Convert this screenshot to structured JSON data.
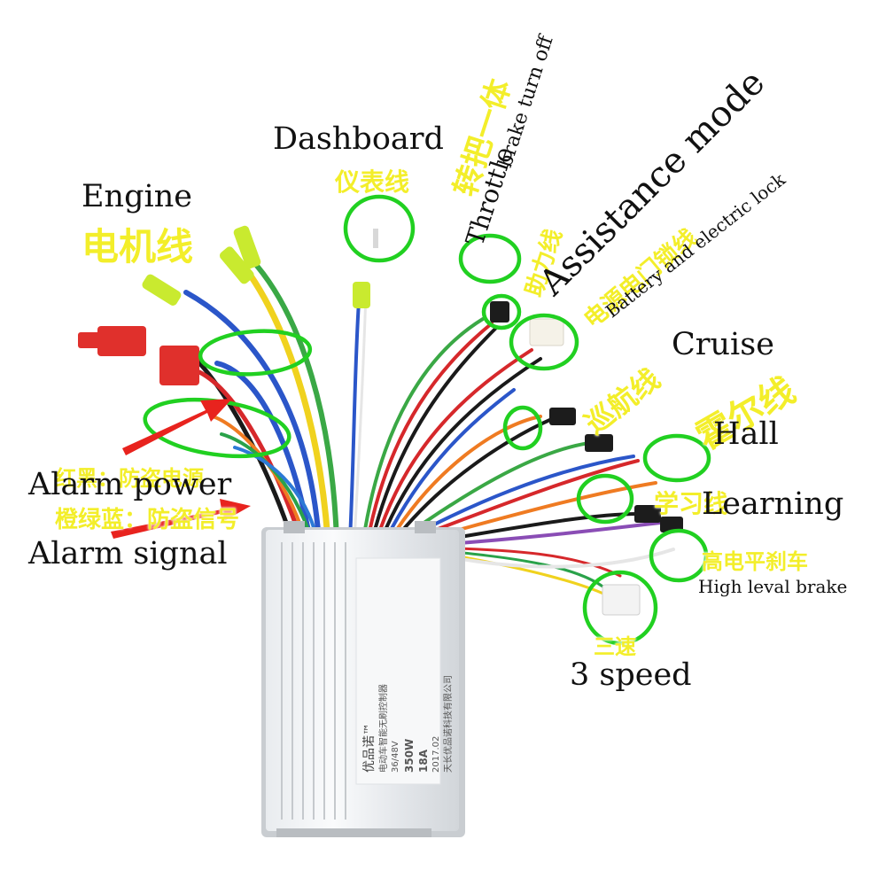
{
  "labels": {
    "dashboard": "Dashboard",
    "engine": "Engine",
    "throttle": "Throttle",
    "brake_turn_off": "brake turn off",
    "assistance_mode": "Assistance mode",
    "battery_lock": "Battery and electric lock",
    "cruise": "Cruise",
    "hall": "Hall",
    "learning": "Learning",
    "high_level_brake": "High leval brake",
    "three_speed": "3 speed",
    "alarm_power": "Alarm power",
    "alarm_signal": "Alarm signal"
  },
  "chinese_labels": {
    "dashboard_line": "仪表线",
    "motor_line": "电机线",
    "throttle_combo": "转把一体",
    "assist_line": "助力线",
    "battery_lock_line": "电源电门锁线",
    "cruise_line": "巡航线",
    "hall_line": "霍尔线",
    "learning_line": "学习线",
    "high_level_brake_line": "高电平刹车",
    "three_speed": "三速",
    "alarm_power_cn": "红黑：防盗电源",
    "alarm_signal_cn": "橙绿蓝：防盗信号"
  },
  "controller_sticker": {
    "brand": "优品诺™",
    "lines": [
      "电动车智能无刷控制器",
      "36/48V",
      "350W",
      "18A",
      "2017.02",
      "天长优品诺科技有限公司"
    ]
  },
  "colors": {
    "highlight_circle": "#21d021",
    "arrow": "#e8231e",
    "chinese_text": "#f3ee2a",
    "english_text": "#111111"
  },
  "icons": [
    "arrow-icon",
    "circle-highlight"
  ]
}
